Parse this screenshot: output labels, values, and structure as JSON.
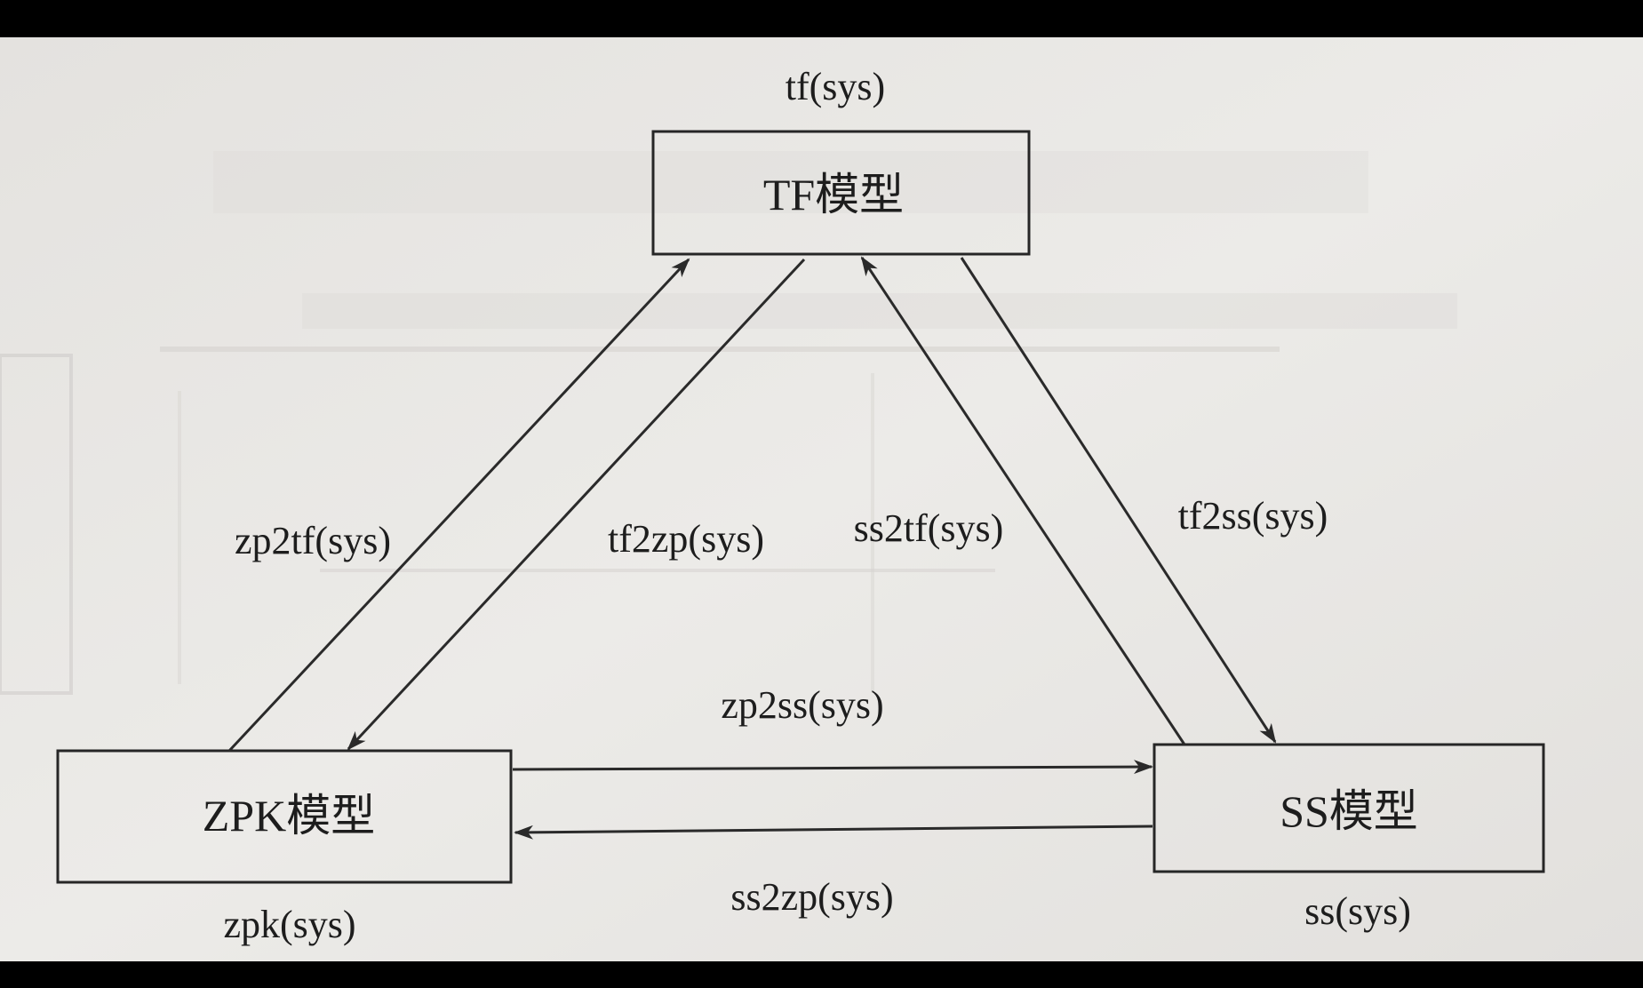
{
  "diagram": {
    "nodes": {
      "tf": {
        "label": "TF模型",
        "caption": "tf(sys)"
      },
      "zpk": {
        "label": "ZPK模型",
        "caption": "zpk(sys)"
      },
      "ss": {
        "label": "SS模型",
        "caption": "ss(sys)"
      }
    },
    "edges": {
      "zp2tf": {
        "from": "ZPK模型",
        "to": "TF模型",
        "label": "zp2tf(sys)"
      },
      "tf2zp": {
        "from": "TF模型",
        "to": "ZPK模型",
        "label": "tf2zp(sys)"
      },
      "ss2tf": {
        "from": "SS模型",
        "to": "TF模型",
        "label": "ss2tf(sys)"
      },
      "tf2ss": {
        "from": "TF模型",
        "to": "SS模型",
        "label": "tf2ss(sys)"
      },
      "zp2ss": {
        "from": "ZPK模型",
        "to": "SS模型",
        "label": "zp2ss(sys)"
      },
      "ss2zp": {
        "from": "SS模型",
        "to": "ZPK模型",
        "label": "ss2zp(sys)"
      }
    }
  },
  "colors": {
    "frame": "#000000",
    "paper": "#e9e7e4",
    "ink": "#1d1d1d"
  }
}
